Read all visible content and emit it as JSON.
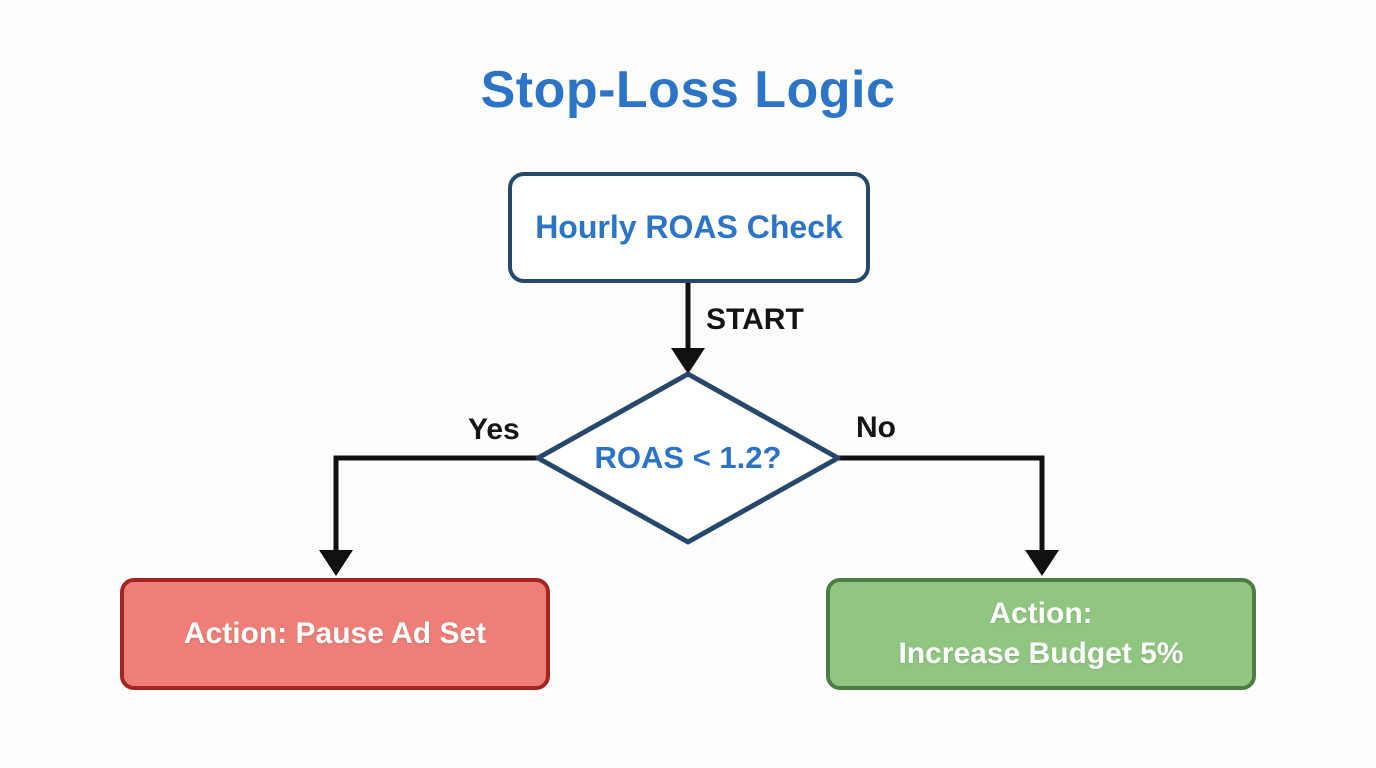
{
  "title": "Stop-Loss Logic",
  "nodes": {
    "hourly_check": {
      "label": "Hourly ROAS Check"
    },
    "decision": {
      "label": "ROAS < 1.2?"
    },
    "pause": {
      "label": "Action: Pause Ad Set"
    },
    "increase": {
      "line1": "Action:",
      "line2": "Increase Budget 5%"
    }
  },
  "edges": {
    "start": {
      "label": "START"
    },
    "yes": {
      "label": "Yes"
    },
    "no": {
      "label": "No"
    }
  },
  "colors": {
    "title_blue": "#2c74c6",
    "node_text_blue": "#2d73c5",
    "outline_navy": "#26486a",
    "arrow_black": "#111111",
    "pause_fill": "#ee7e78",
    "pause_border": "#a2251f",
    "increase_fill": "#90c681",
    "increase_border": "#4c7e44",
    "action_text": "#ffffff",
    "background": "#fdfdfd"
  }
}
